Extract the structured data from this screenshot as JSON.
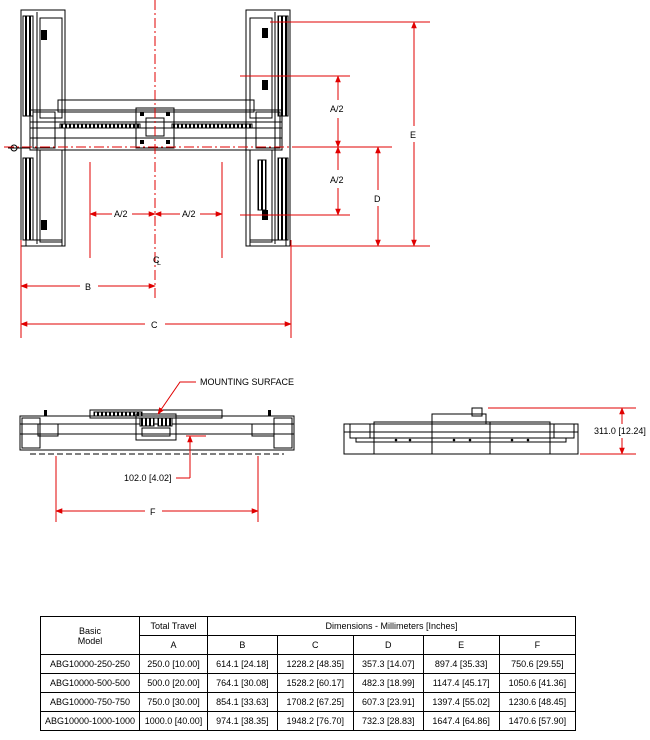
{
  "labels": {
    "a_half": "A/2",
    "b": "B",
    "c": "C",
    "d": "D",
    "e": "E",
    "f": "F",
    "centerline": "C",
    "centerline_sub": "L",
    "mounting_surface": "MOUNTING SURFACE",
    "dim_102": "102.0 [4.02]",
    "dim_311": "311.0 [12.24]"
  },
  "table": {
    "header": {
      "basic_line1": "Basic",
      "basic_line2": "Model",
      "travel": "Total Travel",
      "dimensions": "Dimensions - Millimeters [Inches]",
      "columns": [
        "A",
        "B",
        "C",
        "D",
        "E",
        "F"
      ]
    },
    "rows": [
      [
        "ABG10000-250-250",
        "250.0 [10.00]",
        "614.1 [24.18]",
        "1228.2 [48.35]",
        "357.3 [14.07]",
        "897.4 [35.33]",
        "750.6 [29.55]"
      ],
      [
        "ABG10000-500-500",
        "500.0 [20.00]",
        "764.1 [30.08]",
        "1528.2 [60.17]",
        "482.3 [18.99]",
        "1147.4 [45.17]",
        "1050.6 [41.36]"
      ],
      [
        "ABG10000-750-750",
        "750.0 [30.00]",
        "854.1 [33.63]",
        "1708.2 [67.25]",
        "607.3 [23.91]",
        "1397.4 [55.02]",
        "1230.6 [48.45]"
      ],
      [
        "ABG10000-1000-1000",
        "1000.0 [40.00]",
        "974.1 [38.35]",
        "1948.2 [76.70]",
        "732.3 [28.83]",
        "1647.4 [64.86]",
        "1470.6 [57.90]"
      ]
    ]
  }
}
